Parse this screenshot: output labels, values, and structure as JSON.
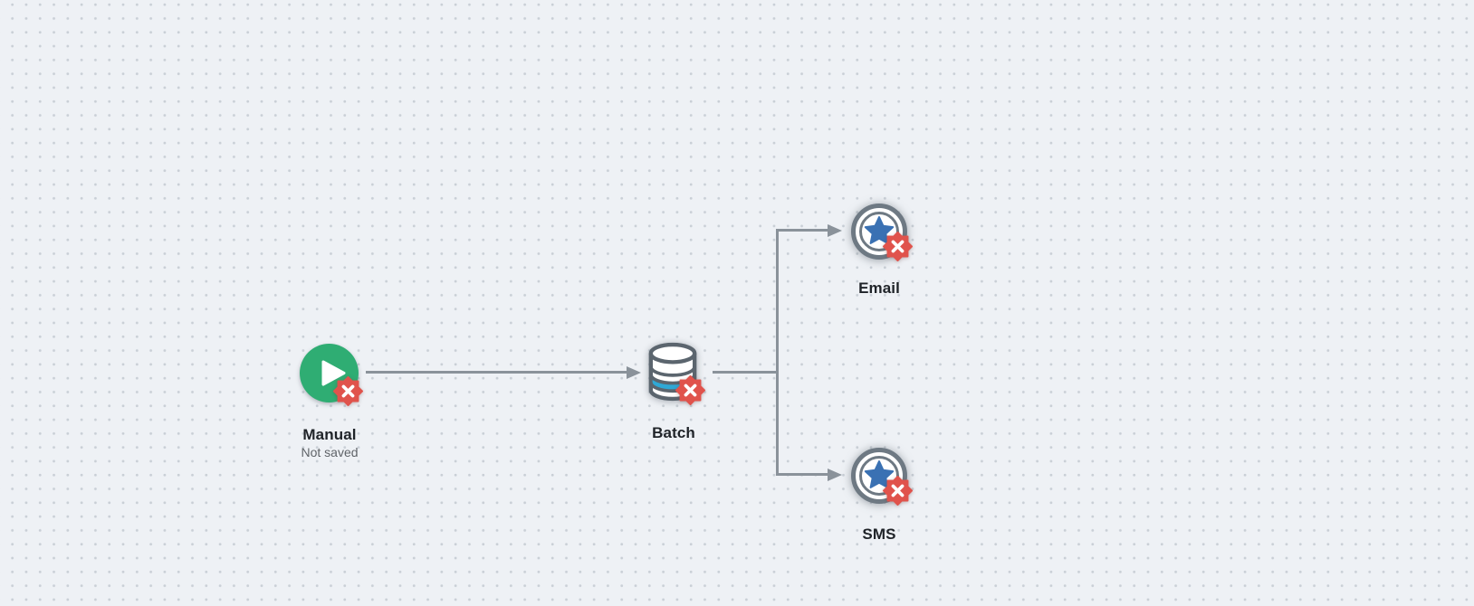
{
  "canvas": {
    "type": "workflow-editor-canvas",
    "grid": "dotted"
  },
  "nodes": {
    "manual": {
      "label": "Manual",
      "status": "Not saved",
      "icon": "play-icon",
      "error": true
    },
    "batch": {
      "label": "Batch",
      "icon": "database-icon",
      "error": true
    },
    "email": {
      "label": "Email",
      "icon": "shield-star-icon",
      "error": true
    },
    "sms": {
      "label": "SMS",
      "icon": "shield-star-icon",
      "error": true
    }
  },
  "edges": [
    {
      "from": "manual",
      "to": "batch"
    },
    {
      "from": "batch",
      "to": "email"
    },
    {
      "from": "batch",
      "to": "sms"
    }
  ],
  "icons": {
    "error_badge": "error-x-badge-icon",
    "arrowhead": "arrowhead-icon"
  },
  "colors": {
    "background": "#eef1f5",
    "grid_dot": "#c9cfd6",
    "connector": "#8a929a",
    "trigger_green": "#2fad73",
    "error_red": "#e0534c",
    "database_blue": "#2fa8d5",
    "star_blue": "#3a71b3",
    "icon_gray": "#5b656e",
    "ring_gray": "#6e7983",
    "label_dark": "#1f2328",
    "label_muted": "#5f6368"
  }
}
